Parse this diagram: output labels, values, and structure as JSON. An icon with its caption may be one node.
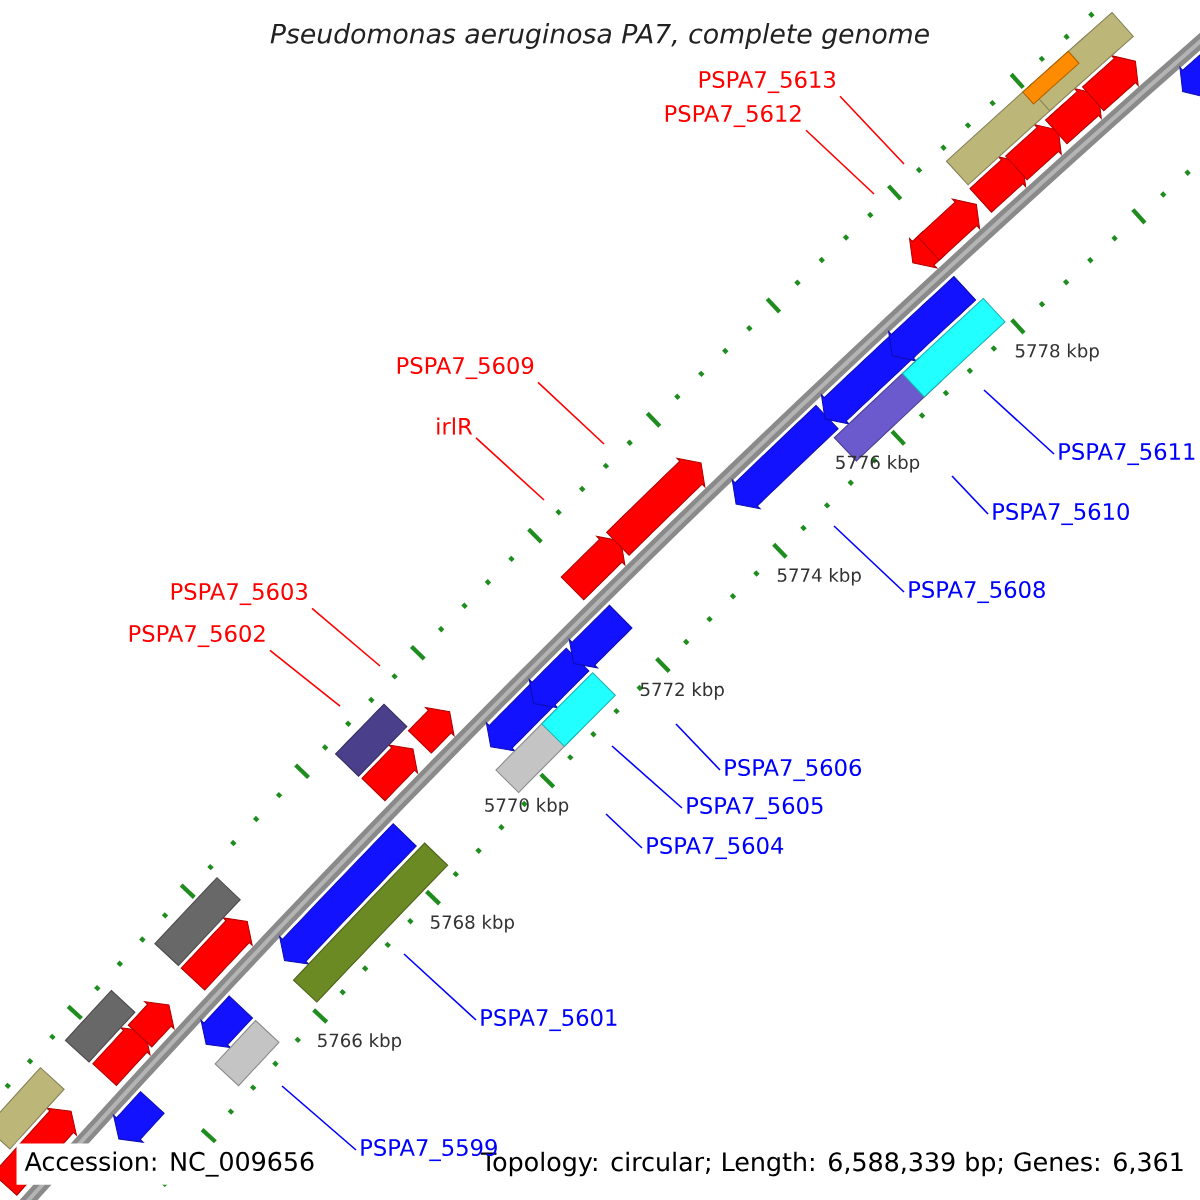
{
  "diagram": {
    "title": "Pseudomonas aeruginosa PA7, complete genome",
    "nodes": [
      {
        "text": [
          "PSPA7_5613"
        ]
      },
      {
        "text": [
          "PSPA7_5612"
        ]
      },
      {
        "text": [
          "PSPA7_5609"
        ]
      },
      {
        "text": [
          "irlR"
        ]
      },
      {
        "text": [
          "PSPA7_5611"
        ]
      },
      {
        "text": [
          "PSPA7_5610"
        ]
      },
      {
        "text": [
          "PSPA7_5608"
        ]
      },
      {
        "text": [
          "PSPA7_5603"
        ]
      },
      {
        "text": [
          "PSPA7_5602"
        ]
      },
      {
        "text": [
          "PSPA7_5606"
        ]
      },
      {
        "text": [
          "PSPA7_5605"
        ]
      },
      {
        "text": [
          "PSPA7_5604"
        ]
      },
      {
        "text": [
          "PSPA7_5601"
        ]
      },
      {
        "text": [
          "PSPA7_5599"
        ]
      }
    ],
    "edges": [
      {
        "from": 0,
        "to": null,
        "arrow": "none",
        "color": "#ff0000"
      },
      {
        "from": 1,
        "to": null,
        "arrow": "none",
        "color": "#ff0000"
      },
      {
        "from": 2,
        "to": null,
        "arrow": "none",
        "color": "#ff0000"
      },
      {
        "from": 3,
        "to": null,
        "arrow": "none",
        "color": "#ff0000"
      },
      {
        "from": 4,
        "to": null,
        "arrow": "none"
      },
      {
        "from": 5,
        "to": null,
        "arrow": "none"
      },
      {
        "from": 6,
        "to": null,
        "arrow": "none"
      },
      {
        "from": 7,
        "to": null,
        "arrow": "none",
        "color": "#ff0000"
      },
      {
        "from": 8,
        "to": null,
        "arrow": "none",
        "color": "#ff0000"
      },
      {
        "from": 9,
        "to": null,
        "arrow": "none"
      },
      {
        "from": 10,
        "to": null,
        "arrow": "none"
      },
      {
        "from": 11,
        "to": null,
        "arrow": "none"
      },
      {
        "from": 12,
        "to": null,
        "arrow": "none"
      },
      {
        "from": 13,
        "to": null,
        "arrow": "none"
      }
    ],
    "labels": [
      "5778 kbp",
      "5776 kbp",
      "5774 kbp",
      "5772 kbp",
      "5770 kbp",
      "5768 kbp",
      "5766 kbp",
      "Accession: NC_009656",
      "Topology: circular; Length: 6,588,339 bp; Genes: 6,361"
    ]
  }
}
